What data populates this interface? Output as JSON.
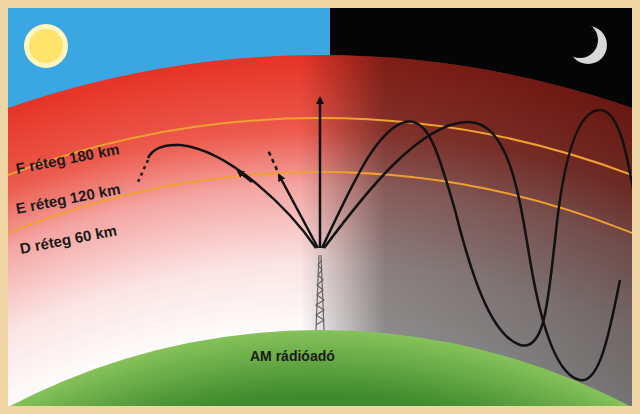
{
  "diagram": {
    "labels": [
      "F réteg 180 km",
      "E réteg 120 km",
      "D réteg 60 km",
      "AM rádióadó"
    ]
  }
}
